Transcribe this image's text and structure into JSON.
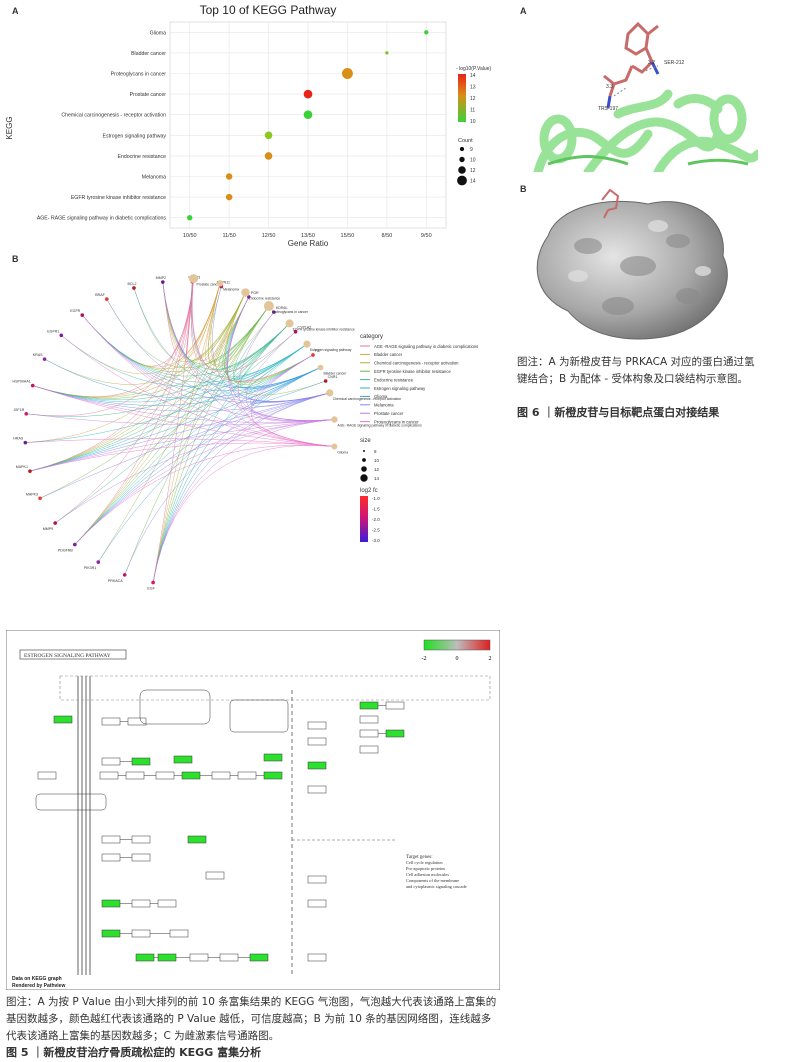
{
  "panelA": {
    "letter": "A",
    "title": "Top 10 of KEGG Pathway",
    "ylabel": "KEGG",
    "xlabel": "Gene Ratio",
    "legend_pvalue_title": "- log10(P.Value)",
    "legend_pvalue_ticks": [
      "14",
      "13",
      "12",
      "11",
      "10"
    ],
    "legend_count_title": "Count",
    "legend_count_items": [
      "9",
      "10",
      "12",
      "14"
    ]
  },
  "chart_data": {
    "type": "scatter",
    "title": "Top 10 of KEGG Pathway",
    "xlabel": "Gene Ratio",
    "ylabel": "KEGG",
    "x_categories": [
      "10/50",
      "11/50",
      "12/50",
      "13/50",
      "15/50",
      "8/50",
      "9/50"
    ],
    "points": [
      {
        "pathway": "Glioma",
        "gene_ratio": "9/50",
        "count": 9,
        "neg_log10_p": 10.0,
        "color": "#3bd13b"
      },
      {
        "pathway": "Bladder cancer",
        "gene_ratio": "8/50",
        "count": 8,
        "neg_log10_p": 10.5,
        "color": "#7cc21e"
      },
      {
        "pathway": "Proteoglycans in cancer",
        "gene_ratio": "15/50",
        "count": 15,
        "neg_log10_p": 12.3,
        "color": "#d88f18"
      },
      {
        "pathway": "Prostate cancer",
        "gene_ratio": "13/50",
        "count": 13,
        "neg_log10_p": 14.0,
        "color": "#e8231a"
      },
      {
        "pathway": "Chemical carcinogenesis -  receptor activation",
        "gene_ratio": "13/50",
        "count": 13,
        "neg_log10_p": 10.0,
        "color": "#3bd13b"
      },
      {
        "pathway": "Estrogen signaling pathway",
        "gene_ratio": "12/50",
        "count": 12,
        "neg_log10_p": 10.6,
        "color": "#8cc91e"
      },
      {
        "pathway": "Endocrine resistance",
        "gene_ratio": "12/50",
        "count": 12,
        "neg_log10_p": 12.2,
        "color": "#d88f18"
      },
      {
        "pathway": "Melanoma",
        "gene_ratio": "11/50",
        "count": 11,
        "neg_log10_p": 12.3,
        "color": "#d88f18"
      },
      {
        "pathway": "EGFR tyrosine kinase inhibitor resistance",
        "gene_ratio": "11/50",
        "count": 11,
        "neg_log10_p": 12.2,
        "color": "#d88f18"
      },
      {
        "pathway": "AGE- RAGE signaling pathway in diabetic complications",
        "gene_ratio": "10/50",
        "count": 10,
        "neg_log10_p": 10.0,
        "color": "#3bd13b"
      }
    ],
    "legend": {
      "color": "- log10(P.Value)",
      "size": "Count",
      "placement": "right"
    },
    "grid": true
  },
  "panelB": {
    "letter": "B",
    "genes": [
      "EGF",
      "PRKACA",
      "PIK3R1",
      "PDGFRB",
      "MMP9",
      "MAPK3",
      "MAPK1",
      "HRAS",
      "IGF1R",
      "HSP90AA1",
      "KRAS",
      "EGFR1",
      "EGFR",
      "BRAF",
      "BCL2",
      "MMP2",
      "CASP3",
      "PTPN11",
      "PGR",
      "KDR6L",
      "CYP1A2",
      "F2",
      "CNR1"
    ],
    "pathway_nodes": [
      "Prostate cancer",
      "Melanoma",
      "Endocrine resistance",
      "Proteoglycans in cancer",
      "EGFR tyrosine kinase inhibitor resistance",
      "Estrogen signaling pathway",
      "Bladder cancer",
      "Chemical carcinogenesis -  receptor activation",
      "AGE- RAGE signaling pathway in diabetic complications",
      "Glioma"
    ],
    "legend_category_title": "category",
    "legend_categories": [
      {
        "label": "AGE -RAGE signaling pathway in diabetic complications",
        "color": "#e8749a"
      },
      {
        "label": "Bladder cancer",
        "color": "#d7a54a"
      },
      {
        "label": "Chemical carcinogenesis -  receptor activation",
        "color": "#a9b23a"
      },
      {
        "label": "EGFR tyrosine kinase inhibitor resistance",
        "color": "#6db84a"
      },
      {
        "label": "Endocrine resistance",
        "color": "#3cb88a"
      },
      {
        "label": "Estrogen signaling pathway",
        "color": "#2fb6c4"
      },
      {
        "label": "Glioma",
        "color": "#3a9ee0"
      },
      {
        "label": "Melanoma",
        "color": "#8a86e8"
      },
      {
        "label": "Prostate cancer",
        "color": "#c67ae0"
      },
      {
        "label": "Proteoglycans in cancer",
        "color": "#e872c8"
      }
    ],
    "legend_size_title": "size",
    "legend_size_items": [
      "8",
      "10",
      "12",
      "14"
    ],
    "legend_fc_title": "log2 fc",
    "legend_fc_ticks": [
      "-1.0",
      "-1.5",
      "-2.0",
      "-2.5",
      "-3.0"
    ]
  },
  "panelC": {
    "letter": "C",
    "pathway_title": "ESTROGEN SIGNALING PATHWAY",
    "scale_ticks": [
      "-2",
      "0",
      "2"
    ],
    "footer_line1": "Data on KEGG graph",
    "footer_line2": "Rendered by Pathview",
    "target_genes_title": "Target genes:",
    "target_genes_lines": [
      "Cell cycle regulation",
      "Pro-apoptotic proteins",
      "Cell adhesion molecules",
      "Components of the membrane",
      "and cytoplasmic signaling cascade"
    ]
  },
  "panelRightA": {
    "letter": "A",
    "labels": [
      "SER-212",
      "TRS-197",
      "3.2",
      "3.3"
    ]
  },
  "panelRightB": {
    "letter": "B"
  },
  "fig6_note": "图注：A 为新橙皮苷与 PRKACA 对应的蛋白通过氢键结合；B 为配体 - 受体构象及口袋结构示意图。",
  "fig6_title": "图 6 ｜新橙皮苷与目标靶点蛋白对接结果",
  "fig5_note": "图注：A 为按 P Value 由小到大排列的前 10 条富集结果的 KEGG 气泡图，气泡越大代表该通路上富集的基因数越多，颜色越红代表该通路的 P Value 越低，可信度越高；B 为前 10 条的基因网络图，连线越多代表该通路上富集的基因数越多；C 为雌激素信号通路图。",
  "fig5_title": "图 5 ｜新橙皮苷治疗骨质疏松症的 KEGG 富集分析",
  "colors": {
    "green": "#2ecc40",
    "red": "#e8231a",
    "orange": "#d88f18",
    "grid": "#e5e5e5"
  }
}
